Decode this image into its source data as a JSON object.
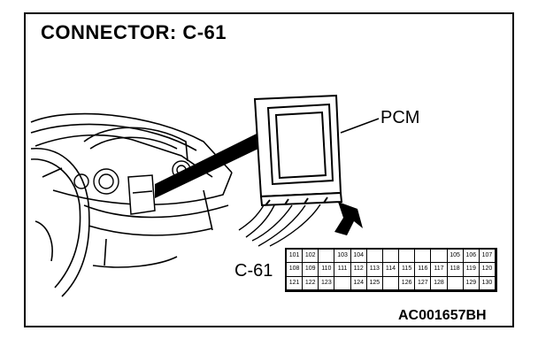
{
  "diagram": {
    "title": "CONNECTOR: C-61",
    "component_label": "PCM",
    "connector_label": "C-61",
    "reference_code": "AC001657BH",
    "connector_pins": [
      [
        "101",
        "102",
        "",
        "103",
        "104",
        "",
        "",
        "",
        "",
        "",
        "105",
        "106",
        "107"
      ],
      [
        "108",
        "109",
        "110",
        "111",
        "112",
        "113",
        "114",
        "115",
        "116",
        "117",
        "118",
        "119",
        "120"
      ],
      [
        "121",
        "122",
        "123",
        "",
        "124",
        "125",
        "",
        "126",
        "127",
        "128",
        "",
        "129",
        "130"
      ]
    ]
  }
}
